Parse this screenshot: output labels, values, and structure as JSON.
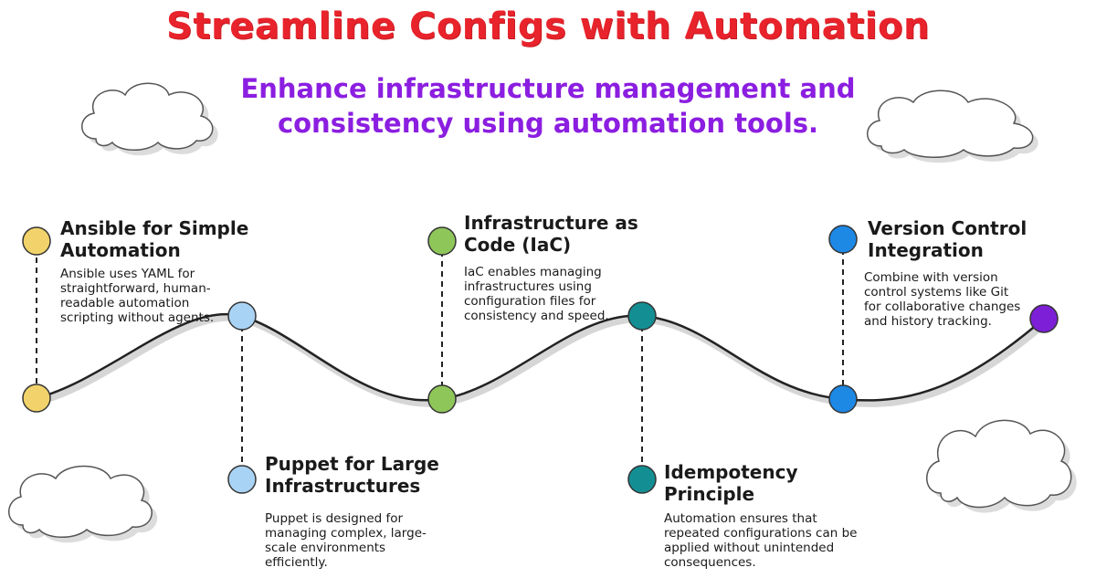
{
  "header": {
    "title": "Streamline Configs with Automation",
    "subtitle_line1": "Enhance infrastructure management and",
    "subtitle_line2": "consistency using automation tools."
  },
  "steps": [
    {
      "heading": "Ansible for Simple Automation",
      "description": "Ansible uses YAML for straightforward, human-readable automation scripting without agents.",
      "color": "#f2d36b"
    },
    {
      "heading": "Puppet for Large Infrastructures",
      "description": "Puppet is designed for managing complex, large-scale environments efficiently.",
      "color": "#a9d3f5"
    },
    {
      "heading": "Infrastructure as Code (IaC)",
      "description": "IaC enables managing infrastructures using configuration files for consistency and speed.",
      "color": "#8fc65a"
    },
    {
      "heading": "Idempotency Principle",
      "description": "Automation ensures that repeated configurations can be applied without unintended consequences.",
      "color": "#138f94"
    },
    {
      "heading": "Version Control Integration",
      "description": "Combine with version control systems like Git for collaborative changes and history tracking.",
      "color": "#1e88e5"
    }
  ],
  "end_node_color": "#7d1fd6"
}
